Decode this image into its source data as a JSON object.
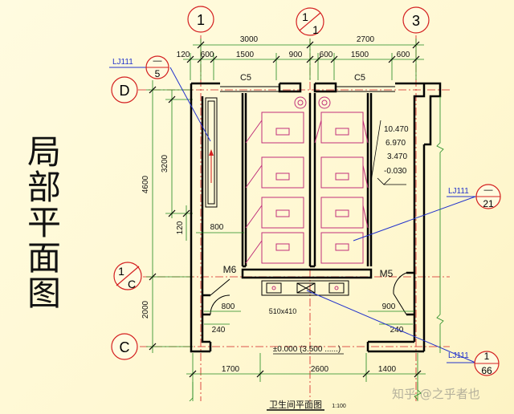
{
  "title_chars": [
    "局",
    "部",
    "平",
    "面",
    "图"
  ],
  "axis_bubbles": {
    "col_1": "1",
    "col_1_1": {
      "top": "1",
      "bottom": "1"
    },
    "col_3": "3",
    "row_d": "D",
    "row_1c": {
      "top": "1",
      "bottom": "C"
    },
    "row_c": "C"
  },
  "dims_top": {
    "overall_left": "3000",
    "overall_right": "2700",
    "segments": [
      "120",
      "600",
      "1500",
      "900",
      "600",
      "1500",
      "600"
    ]
  },
  "dims_left": {
    "overall_top": "4600",
    "window": "3200",
    "small": "120",
    "bottom": "2000"
  },
  "dims_bottom": [
    "1700",
    "2600",
    "1400"
  ],
  "dims_inner": {
    "stall_width": "800",
    "left_door": "800",
    "left_jamb": "240",
    "right_door": "900",
    "right_jamb": "240",
    "sink": "510x410"
  },
  "labels": {
    "window_left": "C5",
    "window_right": "C5",
    "door_left": "M6",
    "door_right": "M5",
    "floor_level": "±0.000 (3.500 ......)"
  },
  "elevations": [
    "10.470",
    "6.970",
    "3.470",
    "-0.030"
  ],
  "detail_refs": [
    {
      "code": "LJ111",
      "top": "—",
      "bottom": "5"
    },
    {
      "code": "LJ111",
      "top": "—",
      "bottom": "21"
    },
    {
      "code": "LJ111",
      "top": "1",
      "bottom": "66"
    }
  ],
  "drawing_caption": "卫生间平面图",
  "drawing_scale": "1:100",
  "watermark": "知乎 @之乎者也",
  "colors": {
    "background": "#fff8d2",
    "axis_red": "#d42020",
    "dimension_green": "#1f8a1f",
    "dimension_text": "#111111",
    "wall": "#000000",
    "detail_blue": "#2233cc",
    "fixture_magenta": "#c0307a"
  }
}
